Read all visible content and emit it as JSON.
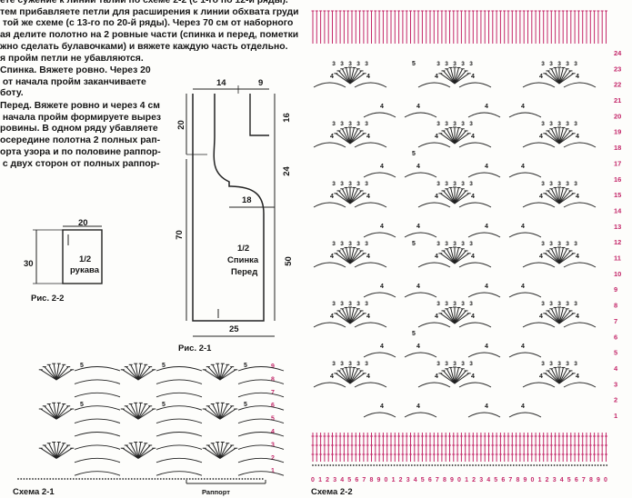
{
  "text_block": {
    "lines": [
      "ете сужение к линии талии по схеме 2-2 (с 1-го по 12-й ряды).",
      "тем прибавляете петли для расширения к линии обхвата груди",
      " той же схеме (с 13-го по 20-й ряды). Через 70 см от наборного",
      "ая делите полотно на 2 ровные части (спинка и перед, пометки",
      "жно сделать булавочками) и вяжете каждую часть отдельно.",
      "я пройм петли не убавляются."
    ],
    "back": [
      "Спинка. Вяжете ровно. Через 20",
      " от начала пройм заканчиваете",
      "боту."
    ],
    "front": [
      "Перед. Вяжете ровно и через 4 см",
      " начала пройм формируете вырез",
      "ровины. В одном ряду убавляете",
      "осередине полотна 2 полных рап-",
      "орта узора и по половине раппор-",
      " с двух сторон от полных раппор-"
    ]
  },
  "sleeve": {
    "width": "20",
    "height": "30",
    "label_1": "1/2",
    "label_2": "рукава",
    "caption": "Рис. 2-2"
  },
  "body_pattern": {
    "top_neck": "14",
    "top_shoulder": "9",
    "armhole": "20",
    "neck_depth": "16",
    "side_upper": "24",
    "bust": "18",
    "length": "70",
    "side": "50",
    "hem": "25",
    "label_1": "1/2",
    "label_2": "Спинка",
    "label_3": "Перед",
    "caption": "Рис. 2-1"
  },
  "scheme_1": {
    "caption": "Схема 2-1",
    "repeat_label": "Раппорт",
    "row_numbers": [
      "9",
      "8",
      "7",
      "6",
      "5",
      "4",
      "3",
      "2",
      "1"
    ],
    "chain_counts": [
      "5",
      "5",
      "5",
      "5",
      "5",
      "5"
    ]
  },
  "scheme_2": {
    "caption": "Схема 2-2",
    "row_numbers": [
      "24",
      "23",
      "22",
      "21",
      "20",
      "19",
      "18",
      "17",
      "16",
      "15",
      "14",
      "13",
      "12",
      "11",
      "10",
      "9",
      "8",
      "7",
      "6",
      "5",
      "4",
      "3",
      "2",
      "1"
    ],
    "bottom_numbers": [
      "0",
      "1",
      "2",
      "3",
      "4",
      "5",
      "6",
      "7",
      "8",
      "9",
      "0",
      "1",
      "2",
      "3",
      "4",
      "5",
      "6",
      "7",
      "8",
      "9",
      "0",
      "1",
      "2",
      "3",
      "4",
      "5",
      "6",
      "7",
      "8",
      "9",
      "0",
      "1",
      "2",
      "3",
      "4",
      "5",
      "6",
      "7",
      "8",
      "9",
      "0"
    ],
    "cluster_label": "4",
    "small_number": "3",
    "chain_label": "5",
    "accent_color": "#c4286a"
  }
}
